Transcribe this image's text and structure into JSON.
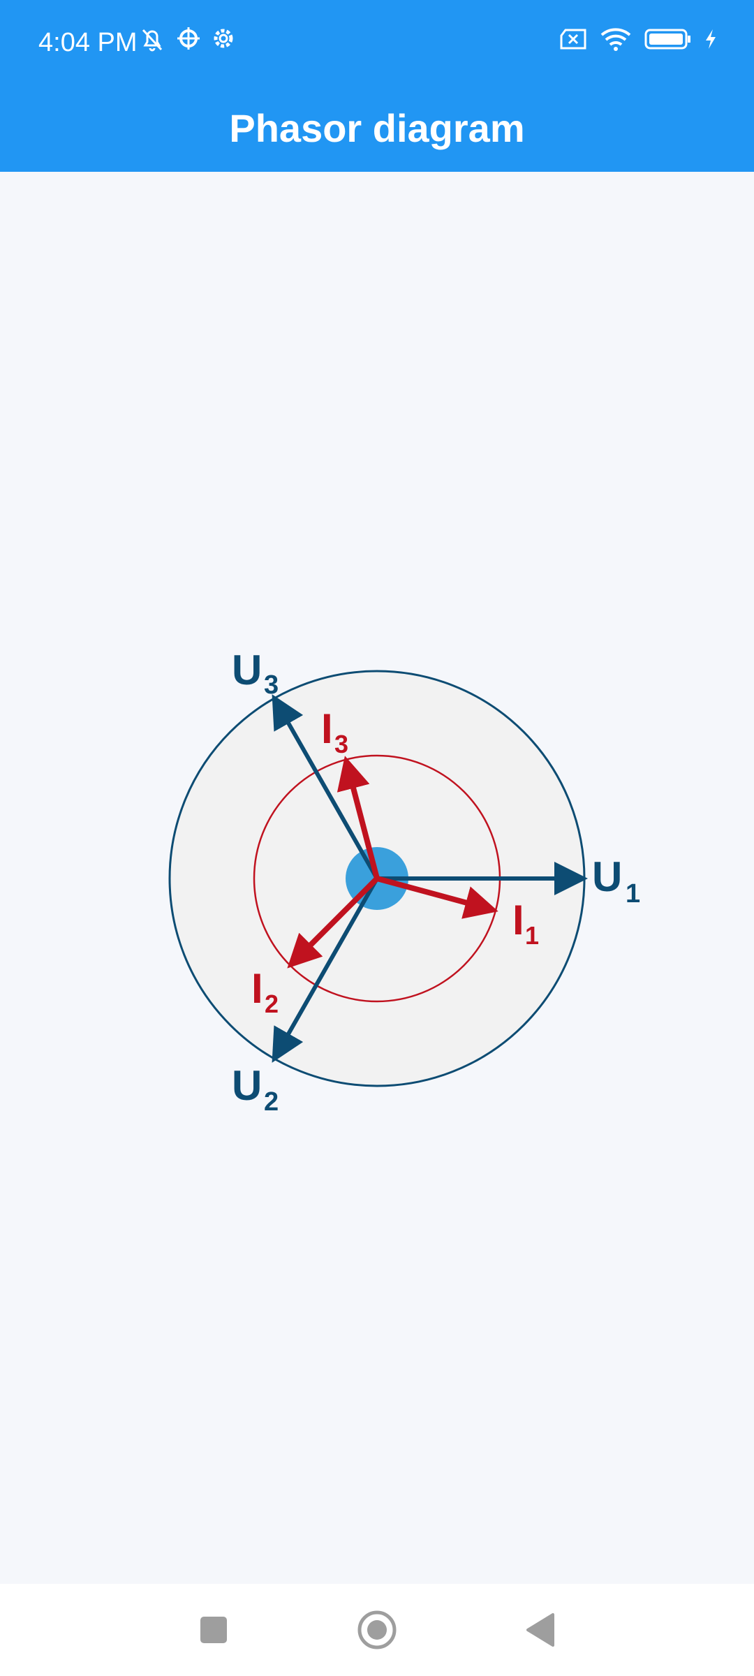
{
  "status_bar": {
    "time": "4:04 PM",
    "left_icons": [
      "muted-bell-icon",
      "crosshair-gear-icon",
      "settings-gear-icon"
    ],
    "right_icons": [
      "sim-missing-icon",
      "wifi-icon",
      "battery-icon",
      "charging-bolt-icon"
    ]
  },
  "app_bar": {
    "title": "Phasor diagram"
  },
  "diagram": {
    "voltage_color": "#0d4c73",
    "current_color": "#c0121f",
    "center_color": "#3aa0dc",
    "disc_color": "#f2f2f2",
    "labels": {
      "u1": {
        "main": "U",
        "sub": "1"
      },
      "u2": {
        "main": "U",
        "sub": "2"
      },
      "u3": {
        "main": "U",
        "sub": "3"
      },
      "i1": {
        "main": "I",
        "sub": "1"
      },
      "i2": {
        "main": "I",
        "sub": "2"
      },
      "i3": {
        "main": "I",
        "sub": "3"
      }
    }
  },
  "nav_bar": {
    "buttons": [
      "recents-square-icon",
      "home-circle-icon",
      "back-triangle-icon"
    ]
  }
}
